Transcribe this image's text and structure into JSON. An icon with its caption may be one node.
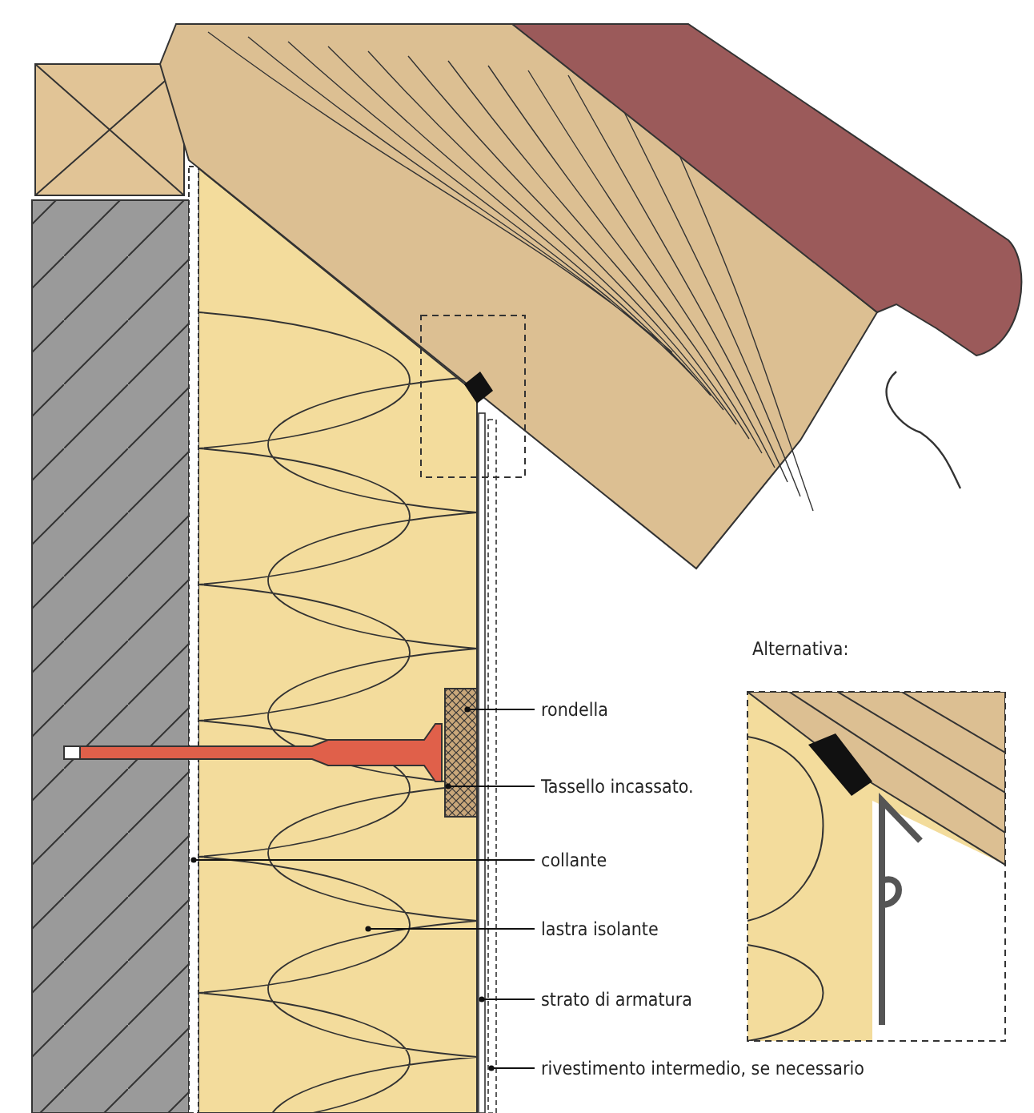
{
  "diagram": {
    "nodes": [
      {
        "text": [
          "rondella"
        ]
      },
      {
        "text": [
          "Tassello incassato."
        ]
      },
      {
        "text": [
          "collante"
        ]
      },
      {
        "text": [
          "lastra isolante"
        ]
      },
      {
        "text": [
          "strato di armatura"
        ]
      },
      {
        "text": [
          "rivestimento intermedio, se necessario"
        ]
      },
      {
        "text": [],
        "shape": "box",
        "in": 9
      },
      {
        "text": [],
        "shape": "picture"
      },
      {
        "text": [],
        "shape": "bar"
      },
      {
        "text": [],
        "shape": "box"
      },
      {
        "text": [],
        "shape": "bar"
      },
      {
        "text": [],
        "shape": "bar"
      },
      {
        "text": [
          "Alternativa:"
        ]
      }
    ],
    "edges": [
      {
        "from": 0,
        "to": 6,
        "arrow": "other"
      },
      {
        "from": 1,
        "to": 7,
        "arrow": "other"
      },
      {
        "from": 2,
        "to": 8,
        "arrow": "other"
      },
      {
        "from": 3,
        "to": 9,
        "arrow": "other"
      },
      {
        "from": 4,
        "to": 10,
        "arrow": "other"
      },
      {
        "from": 5,
        "to": 11,
        "arrow": "other"
      }
    ]
  }
}
